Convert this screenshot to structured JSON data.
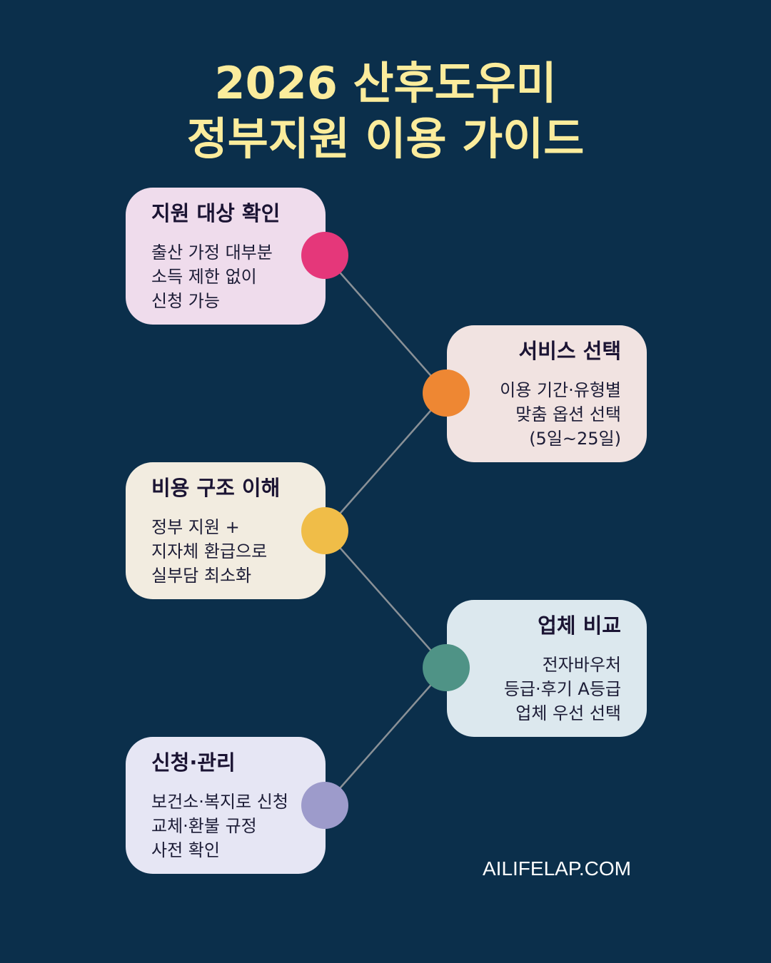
{
  "title": {
    "line1": "2026 산후도우미",
    "line2": "정부지원 이용 가이드"
  },
  "steps": [
    {
      "heading": "지원 대상 확인",
      "lines": [
        "출산 가정 대부분",
        "소득 제한 없이",
        "신청 가능"
      ],
      "card_color": "#efdcec",
      "dot_color": "#e5377a"
    },
    {
      "heading": "서비스 선택",
      "lines": [
        "이용 기간·유형별",
        "맞춤 옵션 선택",
        "(5일~25일)"
      ],
      "card_color": "#f1e3e1",
      "dot_color": "#ee8733"
    },
    {
      "heading": "비용 구조 이해",
      "lines": [
        "정부 지원 +",
        "지자체 환급으로",
        "실부담 최소화"
      ],
      "card_color": "#f2ece0",
      "dot_color": "#f0bd48"
    },
    {
      "heading": "업체 비교",
      "lines": [
        "전자바우처",
        "등급·후기 A등급",
        "업체 우선 선택"
      ],
      "card_color": "#dce8ee",
      "dot_color": "#4f9386"
    },
    {
      "heading": "신청·관리",
      "lines": [
        "보건소·복지로 신청",
        "교체·환불 규정",
        "사전 확인"
      ],
      "card_color": "#e6e6f4",
      "dot_color": "#9d9bcb"
    }
  ],
  "footer": "AILIFELAP.COM",
  "colors": {
    "background": "#0b2f4b",
    "title": "#fbec9c",
    "connector": "#8a9197"
  }
}
